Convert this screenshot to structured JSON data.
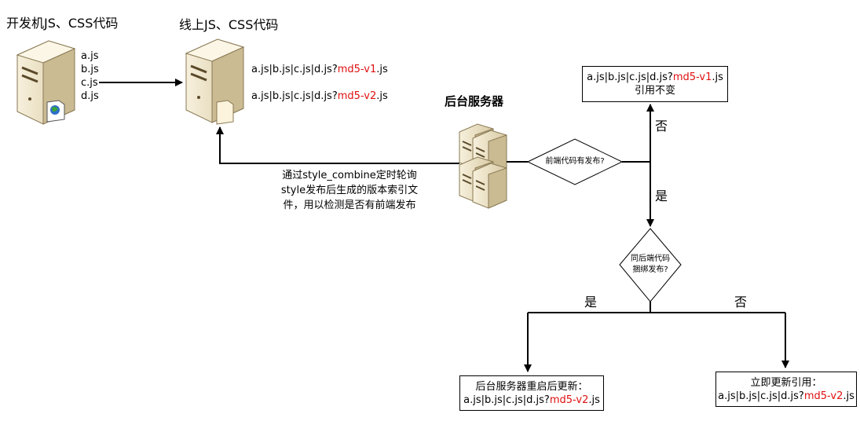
{
  "dev": {
    "title": "开发机JS、CSS代码",
    "files": [
      "a.js",
      "b.js",
      "c.js",
      "d.js"
    ]
  },
  "online": {
    "title": "线上JS、CSS代码",
    "line1_prefix": "a.js|b.js|c.js|d.js?",
    "line1_ver": "md5-v1",
    "line1_suffix": ".js",
    "line2_prefix": "a.js|b.js|c.js|d.js?",
    "line2_ver": "md5-v2",
    "line2_suffix": ".js"
  },
  "backend": {
    "title": "后台服务器"
  },
  "poll_note": {
    "line1": "通过style_combine定时轮询",
    "line2": "style发布后生成的版本索引文",
    "line3": "件，用以检测是否有前端发布"
  },
  "decision1": {
    "text": "前端代码有发布?",
    "no": "否",
    "yes": "是"
  },
  "decision2": {
    "line1": "同后端代码",
    "line2": "捆绑发布?",
    "yes": "是",
    "no": "否"
  },
  "box_unchanged": {
    "prefix": "a.js|b.js|c.js|d.js?",
    "ver": "md5-v1",
    "suffix": ".js",
    "line2": "引用不变"
  },
  "box_restart": {
    "line1": "后台服务器重启后更新：",
    "prefix": "a.js|b.js|c.js|d.js?",
    "ver": "md5-v2",
    "suffix": ".js"
  },
  "box_immediate": {
    "line1": "立即更新引用：",
    "prefix": "a.js|b.js|c.js|d.js?",
    "ver": "md5-v2",
    "suffix": ".js"
  },
  "colors": {
    "version": "#e01010",
    "line": "#000000",
    "server_body": "#efe4c8",
    "server_dark": "#6b5a3a"
  }
}
